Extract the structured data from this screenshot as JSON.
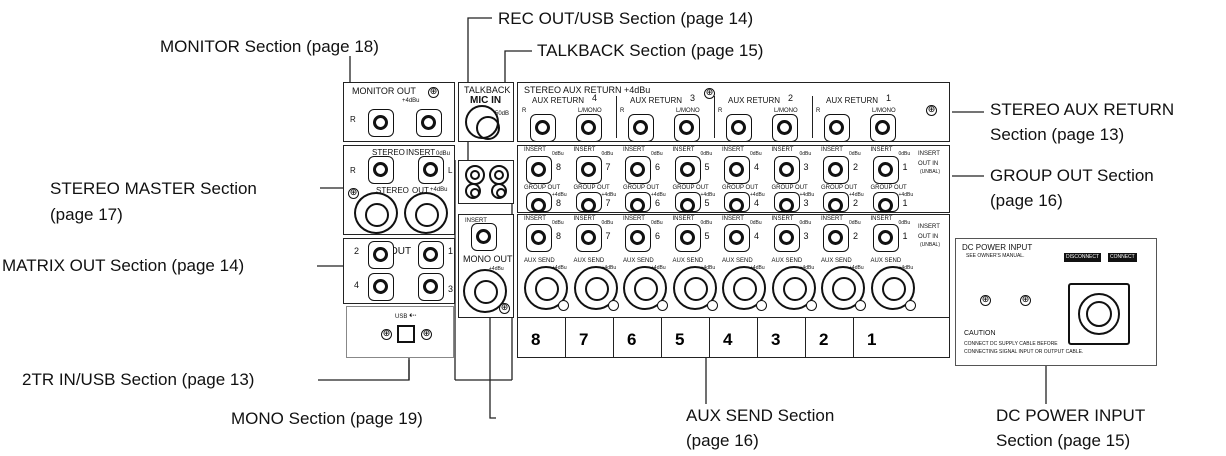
{
  "callouts": {
    "rec_out_usb": "REC OUT/USB Section (page 14)",
    "monitor": "MONITOR Section (page 18)",
    "talkback": "TALKBACK Section (page 15)",
    "stereo_aux_return_1": "STEREO AUX RETURN",
    "stereo_aux_return_2": "Section (page 13)",
    "stereo_master_1": "STEREO MASTER Section",
    "stereo_master_2": "(page 17)",
    "group_out_1": "GROUP OUT Section",
    "group_out_2": "(page 16)",
    "matrix_out": "MATRIX OUT Section (page 14)",
    "twotr_in_usb": "2TR IN/USB Section (page 13)",
    "mono": "MONO Section (page 19)",
    "aux_send_1": "AUX SEND Section",
    "aux_send_2": "(page 16)",
    "dc_power_1": "DC POWER INPUT",
    "dc_power_2": "Section (page 15)"
  },
  "panel": {
    "monitor_out": "MONITOR OUT",
    "plus4dbu": "+4dBu",
    "zerodbu": "0dBu",
    "minus50db": "-50dB",
    "talkback": "TALKBACK",
    "mic_in": "MIC IN",
    "stereo_aux_return": "STEREO AUX RETURN +4dBu",
    "aux_return": "AUX RETURN",
    "r": "R",
    "l": "L",
    "l_mono": "L/MONO",
    "stereo": "STEREO",
    "insert": "INSERT",
    "out": "OUT",
    "group_out": "GROUP OUT",
    "aux_send": "AUX SEND",
    "insert_out_in": "OUT IN",
    "unbal": "(UNBAL)",
    "mono_out": "MONO OUT",
    "usb": "USB",
    "dc_power_input": "DC POWER INPUT",
    "see_manual": "SEE OWNER'S MANUAL.",
    "disconnect": "DISCONNECT",
    "connect": "CONNECT",
    "caution": "CAUTION",
    "caution_text_1": "CONNECT DC SUPPLY CABLE BEFORE",
    "caution_text_2": "CONNECTING SIGNAL INPUT OR OUTPUT CABLE."
  },
  "aux_return_numbers": [
    "4",
    "3",
    "2",
    "1"
  ],
  "channel_numbers": [
    "8",
    "7",
    "6",
    "5",
    "4",
    "3",
    "2",
    "1"
  ],
  "matrix_numbers": [
    "2",
    "1",
    "4",
    "3"
  ]
}
